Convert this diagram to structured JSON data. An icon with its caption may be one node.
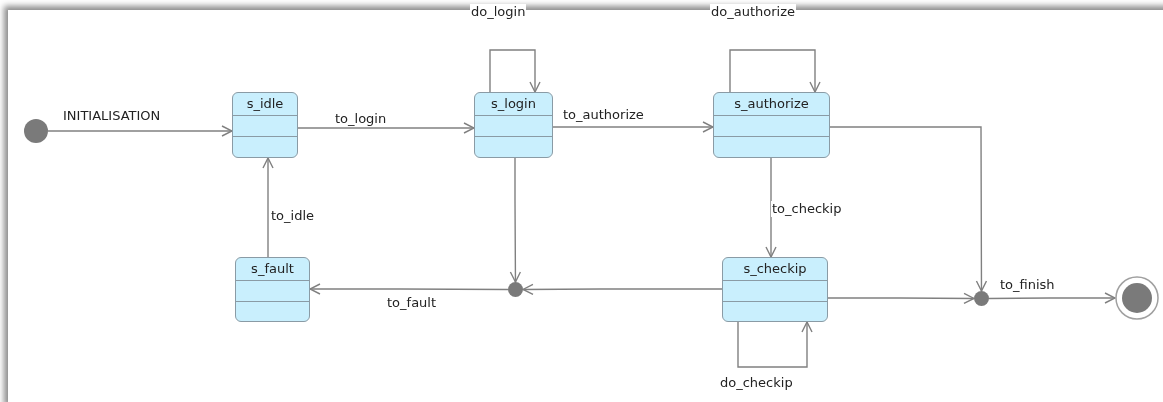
{
  "diagram": {
    "nodes": [
      {
        "text": [],
        "shape": "circle"
      },
      {
        "text": [
          "s_idle"
        ]
      },
      {
        "text": [
          "s_login"
        ]
      },
      {
        "text": [
          "s_authorize"
        ]
      },
      {
        "text": [
          "s_fault"
        ]
      },
      {
        "text": [
          "s_checkip"
        ]
      },
      {
        "text": [],
        "shape": "circle"
      },
      {
        "text": [],
        "shape": "circle"
      },
      {
        "text": [],
        "shape": "circle"
      }
    ],
    "edges": [
      {
        "from": 0,
        "to": 1,
        "arrow": "to",
        "label": "INITIALISATION"
      },
      {
        "from": 1,
        "to": 2,
        "arrow": "to",
        "label": "to_login"
      },
      {
        "from": 2,
        "to": 2,
        "arrow": "to",
        "label": "do_login"
      },
      {
        "from": 2,
        "to": 3,
        "arrow": "to",
        "label": "to_authorize"
      },
      {
        "from": 3,
        "to": 3,
        "arrow": "to",
        "label": "do_authorize"
      },
      {
        "from": 3,
        "to": 5,
        "arrow": "to",
        "label": "to_checkip"
      },
      {
        "from": 3,
        "to": 7,
        "arrow": "to"
      },
      {
        "from": 2,
        "to": 6,
        "arrow": "to"
      },
      {
        "from": 5,
        "to": 6,
        "arrow": "to"
      },
      {
        "from": 6,
        "to": 4,
        "arrow": "to",
        "label": "to_fault"
      },
      {
        "from": 4,
        "to": 1,
        "arrow": "to",
        "label": "to_idle"
      },
      {
        "from": 5,
        "to": 5,
        "arrow": "to",
        "label": "do_checkip"
      },
      {
        "from": 5,
        "to": 7,
        "arrow": "to"
      },
      {
        "from": 7,
        "to": 8,
        "arrow": "to",
        "label": "to_finish"
      }
    ]
  }
}
